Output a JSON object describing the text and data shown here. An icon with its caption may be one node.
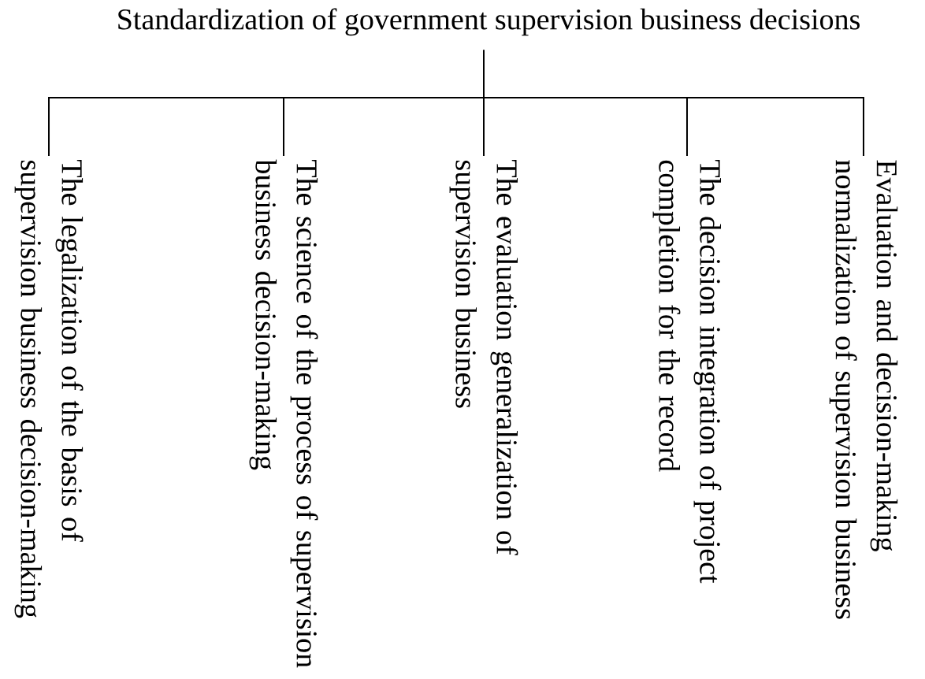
{
  "diagram": {
    "nodes": [
      {
        "text": [
          "Standardization of government supervision business decisions"
        ]
      },
      {
        "text": [
          "The legalization of the basis of supervision business decision-making"
        ]
      },
      {
        "text": [
          "The science of the process of supervision business decision-making"
        ]
      },
      {
        "text": [
          "The evaluation generalization of supervision business"
        ]
      },
      {
        "text": [
          "The decision integration of project completion for the record"
        ]
      },
      {
        "text": [
          "Evaluation and decision-making normalization of supervision business"
        ]
      }
    ],
    "edges": [
      {
        "from": 0,
        "to": 1,
        "arrow": "none"
      },
      {
        "from": 0,
        "to": 2,
        "arrow": "none"
      },
      {
        "from": 0,
        "to": 3,
        "arrow": "none"
      },
      {
        "from": 0,
        "to": 4,
        "arrow": "none"
      },
      {
        "from": 0,
        "to": 5,
        "arrow": "none"
      }
    ]
  }
}
